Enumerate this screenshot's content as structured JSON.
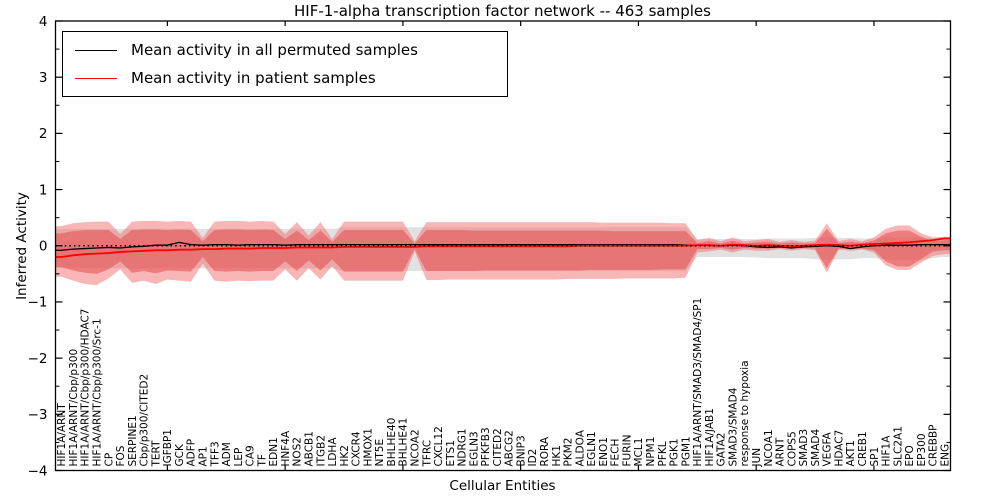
{
  "title": "HIF-1-alpha transcription factor network -- 463 samples",
  "axes": {
    "x_label": "Cellular Entities",
    "y_label": "Inferred Activity"
  },
  "legend": [
    {
      "label": "Mean activity in all permuted samples",
      "color": "#000000"
    },
    {
      "label": "Mean activity in patient samples",
      "color": "#ff0000"
    }
  ],
  "y_tick_labels": [
    "4",
    "3",
    "2",
    "1",
    "0",
    "−1",
    "−2",
    "−3",
    "−4"
  ],
  "colors": {
    "background": "#ffffff",
    "spine": "#000000",
    "permuted_line": "#000000",
    "patient_line": "#ff0000",
    "zero_line": "#000000",
    "gray_band": "#c8c8c8",
    "outer_band": "#f26d6d",
    "inner_band": "#e84c4c"
  },
  "chart_data": {
    "type": "line",
    "title": "HIF-1-alpha transcription factor network -- 463 samples",
    "xlabel": "Cellular Entities",
    "ylabel": "Inferred Activity",
    "ylim": [
      -4,
      4
    ],
    "y_major_ticks": [
      4,
      3,
      2,
      1,
      0,
      -1,
      -2,
      -3,
      -4
    ],
    "grid": false,
    "legend_position": "upper left",
    "categories": [
      "HIF1A/ARNT",
      "HIF1A/ARNT/Cbp/p300",
      "HIF1A/ARNT/Cbp/p300/HDAC7",
      "HIF1A/ARNT/Cbp/p300/Src-1",
      "CP",
      "FOS",
      "SERPINE1",
      "Cbp/p300/CITED2",
      "TERT",
      "IGFBP1",
      "GCK",
      "ADFP",
      "AP1",
      "TFF3",
      "ADM",
      "LEP",
      "CA9",
      "TF",
      "EDN1",
      "HNF4A",
      "NOS2",
      "ABCB1",
      "ITGB2",
      "LDHA",
      "HK2",
      "CXCR4",
      "HMOX1",
      "NT5E",
      "BHLHE40",
      "BHLHE41",
      "NCOA2",
      "TFRC",
      "CXCL12",
      "ETS1",
      "NDRG1",
      "EGLN3",
      "PFKFB3",
      "CITED2",
      "ABCG2",
      "BNIP3",
      "ID2",
      "RORA",
      "HK1",
      "PKM2",
      "ALDOA",
      "EGLN1",
      "ENO1",
      "FECH",
      "FURIN",
      "MCL1",
      "NPM1",
      "PFKL",
      "PGK1",
      "PGM1",
      "HIF1A/ARNT/SMAD3/SMAD4/SP1",
      "HIF1A/JAB1",
      "GATA2",
      "SMAD3/SMAD4",
      "response to hypoxia",
      "JUN",
      "NCOA1",
      "ARNT",
      "COPS5",
      "SMAD3",
      "SMAD4",
      "VEGFA",
      "HDAC7",
      "AKT1",
      "CREB1",
      "SP1",
      "HIF1A",
      "SLC2A1",
      "EPO",
      "EP300",
      "CREBBP",
      "ENG"
    ],
    "series": [
      {
        "name": "Mean activity in all permuted samples",
        "color": "#000000",
        "style": "solid",
        "values": [
          -0.08,
          -0.06,
          -0.05,
          -0.04,
          -0.03,
          -0.04,
          -0.02,
          -0.01,
          0.01,
          0.01,
          0.06,
          0.02,
          0.01,
          0.02,
          0.02,
          0.01,
          0.02,
          0.02,
          0.02,
          0.01,
          0.02,
          0.02,
          0.02,
          0.02,
          0.02,
          0.02,
          0.02,
          0.02,
          0.02,
          0.02,
          0.02,
          0.02,
          0.02,
          0.02,
          0.02,
          0.02,
          0.02,
          0.02,
          0.02,
          0.02,
          0.02,
          0.02,
          0.02,
          0.02,
          0.02,
          0.02,
          0.02,
          0.02,
          0.02,
          0.02,
          0.02,
          0.02,
          0.02,
          0.01,
          0.01,
          0.01,
          0.0,
          0.01,
          0.0,
          -0.02,
          -0.03,
          -0.02,
          -0.04,
          -0.02,
          -0.01,
          0.0,
          -0.01,
          -0.05,
          -0.02,
          0.0,
          0.01,
          0.01,
          0.01,
          0.02,
          0.02,
          0.02
        ]
      },
      {
        "name": "Mean activity in patient samples",
        "color": "#ff0000",
        "style": "solid",
        "values": [
          -0.2,
          -0.17,
          -0.15,
          -0.14,
          -0.13,
          -0.11,
          -0.1,
          -0.09,
          -0.08,
          -0.08,
          -0.07,
          -0.07,
          -0.06,
          -0.06,
          -0.05,
          -0.05,
          -0.05,
          -0.04,
          -0.04,
          -0.04,
          -0.03,
          -0.03,
          -0.03,
          -0.03,
          -0.02,
          -0.02,
          -0.02,
          -0.02,
          -0.02,
          -0.02,
          -0.02,
          -0.01,
          -0.01,
          -0.01,
          -0.01,
          -0.01,
          -0.01,
          -0.01,
          -0.01,
          -0.01,
          -0.01,
          -0.01,
          -0.01,
          -0.01,
          0.0,
          0.0,
          0.0,
          0.0,
          0.0,
          0.0,
          0.0,
          0.0,
          0.0,
          0.0,
          0.01,
          0.01,
          0.0,
          0.02,
          0.01,
          0.0,
          0.01,
          0.0,
          -0.01,
          0.0,
          0.01,
          0.02,
          0.01,
          0.0,
          0.02,
          0.03,
          0.04,
          0.05,
          0.06,
          0.08,
          0.1,
          0.13
        ]
      },
      {
        "name": "zero-baseline",
        "color": "#000000",
        "style": "dotted",
        "constant": 0
      }
    ],
    "bands": [
      {
        "name": "permuted-sample-range",
        "color": "#c8c8c8",
        "opacity": 0.55,
        "upper": [
          0.3,
          0.3,
          0.3,
          0.3,
          0.3,
          0.3,
          0.3,
          0.3,
          0.3,
          0.3,
          0.3,
          0.3,
          0.3,
          0.3,
          0.3,
          0.3,
          0.3,
          0.3,
          0.3,
          0.3,
          0.3,
          0.3,
          0.3,
          0.3,
          0.33,
          0.33,
          0.33,
          0.33,
          0.33,
          0.33,
          0.33,
          0.33,
          0.33,
          0.33,
          0.33,
          0.33,
          0.33,
          0.33,
          0.33,
          0.33,
          0.33,
          0.33,
          0.33,
          0.33,
          0.33,
          0.33,
          0.33,
          0.33,
          0.33,
          0.33,
          0.33,
          0.33,
          0.33,
          0.33,
          0.12,
          0.12,
          0.12,
          0.12,
          0.12,
          0.12,
          0.13,
          0.13,
          0.13,
          0.13,
          0.14,
          0.15,
          0.14,
          0.14,
          0.13,
          0.13,
          0.15,
          0.15,
          0.15,
          0.15,
          0.13,
          0.12
        ],
        "lower": [
          -0.4,
          -0.4,
          -0.4,
          -0.4,
          -0.4,
          -0.4,
          -0.4,
          -0.4,
          -0.4,
          -0.4,
          -0.4,
          -0.4,
          -0.4,
          -0.4,
          -0.4,
          -0.4,
          -0.4,
          -0.4,
          -0.4,
          -0.4,
          -0.4,
          -0.4,
          -0.4,
          -0.4,
          -0.45,
          -0.45,
          -0.45,
          -0.45,
          -0.45,
          -0.45,
          -0.45,
          -0.45,
          -0.45,
          -0.45,
          -0.45,
          -0.45,
          -0.45,
          -0.45,
          -0.45,
          -0.45,
          -0.45,
          -0.45,
          -0.45,
          -0.45,
          -0.45,
          -0.45,
          -0.45,
          -0.45,
          -0.45,
          -0.45,
          -0.45,
          -0.45,
          -0.45,
          -0.45,
          -0.2,
          -0.2,
          -0.2,
          -0.2,
          -0.2,
          -0.21,
          -0.22,
          -0.22,
          -0.22,
          -0.22,
          -0.24,
          -0.25,
          -0.24,
          -0.24,
          -0.22,
          -0.22,
          -0.25,
          -0.25,
          -0.25,
          -0.25,
          -0.22,
          -0.2
        ]
      },
      {
        "name": "patient-outer-band",
        "color": "#f26d6d",
        "opacity": 0.5,
        "upper": [
          0.35,
          0.4,
          0.42,
          0.43,
          0.43,
          0.21,
          0.43,
          0.44,
          0.44,
          0.43,
          0.44,
          0.43,
          0.14,
          0.43,
          0.44,
          0.44,
          0.43,
          0.44,
          0.43,
          0.21,
          0.42,
          0.18,
          0.42,
          0.12,
          0.43,
          0.43,
          0.43,
          0.43,
          0.43,
          0.43,
          0.08,
          0.42,
          0.42,
          0.42,
          0.42,
          0.42,
          0.42,
          0.42,
          0.42,
          0.42,
          0.42,
          0.42,
          0.42,
          0.42,
          0.42,
          0.42,
          0.41,
          0.41,
          0.41,
          0.41,
          0.41,
          0.41,
          0.4,
          0.4,
          0.1,
          0.14,
          0.08,
          0.15,
          0.08,
          0.1,
          0.12,
          0.07,
          0.1,
          0.07,
          0.09,
          0.4,
          0.08,
          0.12,
          0.08,
          0.15,
          0.3,
          0.36,
          0.36,
          0.22,
          0.15,
          0.16
        ],
        "lower": [
          -0.55,
          -0.62,
          -0.68,
          -0.7,
          -0.58,
          -0.42,
          -0.66,
          -0.62,
          -0.68,
          -0.6,
          -0.62,
          -0.64,
          -0.32,
          -0.62,
          -0.64,
          -0.62,
          -0.63,
          -0.62,
          -0.62,
          -0.42,
          -0.62,
          -0.4,
          -0.6,
          -0.36,
          -0.62,
          -0.62,
          -0.62,
          -0.62,
          -0.62,
          -0.62,
          -0.1,
          -0.61,
          -0.61,
          -0.6,
          -0.6,
          -0.6,
          -0.6,
          -0.6,
          -0.6,
          -0.6,
          -0.6,
          -0.6,
          -0.6,
          -0.59,
          -0.59,
          -0.59,
          -0.59,
          -0.59,
          -0.58,
          -0.58,
          -0.58,
          -0.58,
          -0.58,
          -0.57,
          -0.12,
          -0.1,
          -0.07,
          -0.12,
          -0.07,
          -0.09,
          -0.09,
          -0.06,
          -0.09,
          -0.06,
          -0.08,
          -0.48,
          -0.07,
          -0.09,
          -0.07,
          -0.12,
          -0.35,
          -0.43,
          -0.43,
          -0.3,
          -0.18,
          -0.15
        ]
      },
      {
        "name": "patient-inner-band",
        "color": "#e84c4c",
        "opacity": 0.55,
        "upper": [
          0.22,
          0.26,
          0.28,
          0.28,
          0.28,
          0.12,
          0.28,
          0.29,
          0.29,
          0.28,
          0.29,
          0.28,
          0.08,
          0.28,
          0.29,
          0.29,
          0.28,
          0.29,
          0.28,
          0.12,
          0.27,
          0.1,
          0.27,
          0.07,
          0.28,
          0.28,
          0.28,
          0.28,
          0.28,
          0.28,
          0.04,
          0.28,
          0.28,
          0.28,
          0.28,
          0.27,
          0.27,
          0.27,
          0.27,
          0.27,
          0.27,
          0.27,
          0.27,
          0.27,
          0.27,
          0.27,
          0.27,
          0.26,
          0.26,
          0.26,
          0.26,
          0.26,
          0.26,
          0.26,
          0.05,
          0.08,
          0.04,
          0.09,
          0.04,
          0.06,
          0.07,
          0.04,
          0.06,
          0.04,
          0.05,
          0.3,
          0.05,
          0.07,
          0.05,
          0.09,
          0.22,
          0.27,
          0.27,
          0.16,
          0.08,
          0.1
        ],
        "lower": [
          -0.38,
          -0.44,
          -0.48,
          -0.5,
          -0.42,
          -0.28,
          -0.48,
          -0.45,
          -0.49,
          -0.44,
          -0.45,
          -0.46,
          -0.2,
          -0.45,
          -0.46,
          -0.45,
          -0.46,
          -0.45,
          -0.45,
          -0.28,
          -0.45,
          -0.26,
          -0.44,
          -0.24,
          -0.46,
          -0.46,
          -0.46,
          -0.46,
          -0.46,
          -0.46,
          -0.06,
          -0.45,
          -0.45,
          -0.45,
          -0.45,
          -0.45,
          -0.44,
          -0.44,
          -0.44,
          -0.44,
          -0.44,
          -0.44,
          -0.44,
          -0.44,
          -0.44,
          -0.43,
          -0.43,
          -0.43,
          -0.43,
          -0.43,
          -0.43,
          -0.42,
          -0.42,
          -0.42,
          -0.06,
          -0.06,
          -0.04,
          -0.07,
          -0.04,
          -0.05,
          -0.05,
          -0.04,
          -0.05,
          -0.04,
          -0.05,
          -0.4,
          -0.05,
          -0.06,
          -0.05,
          -0.08,
          -0.28,
          -0.37,
          -0.37,
          -0.24,
          -0.1,
          -0.08
        ]
      }
    ]
  }
}
